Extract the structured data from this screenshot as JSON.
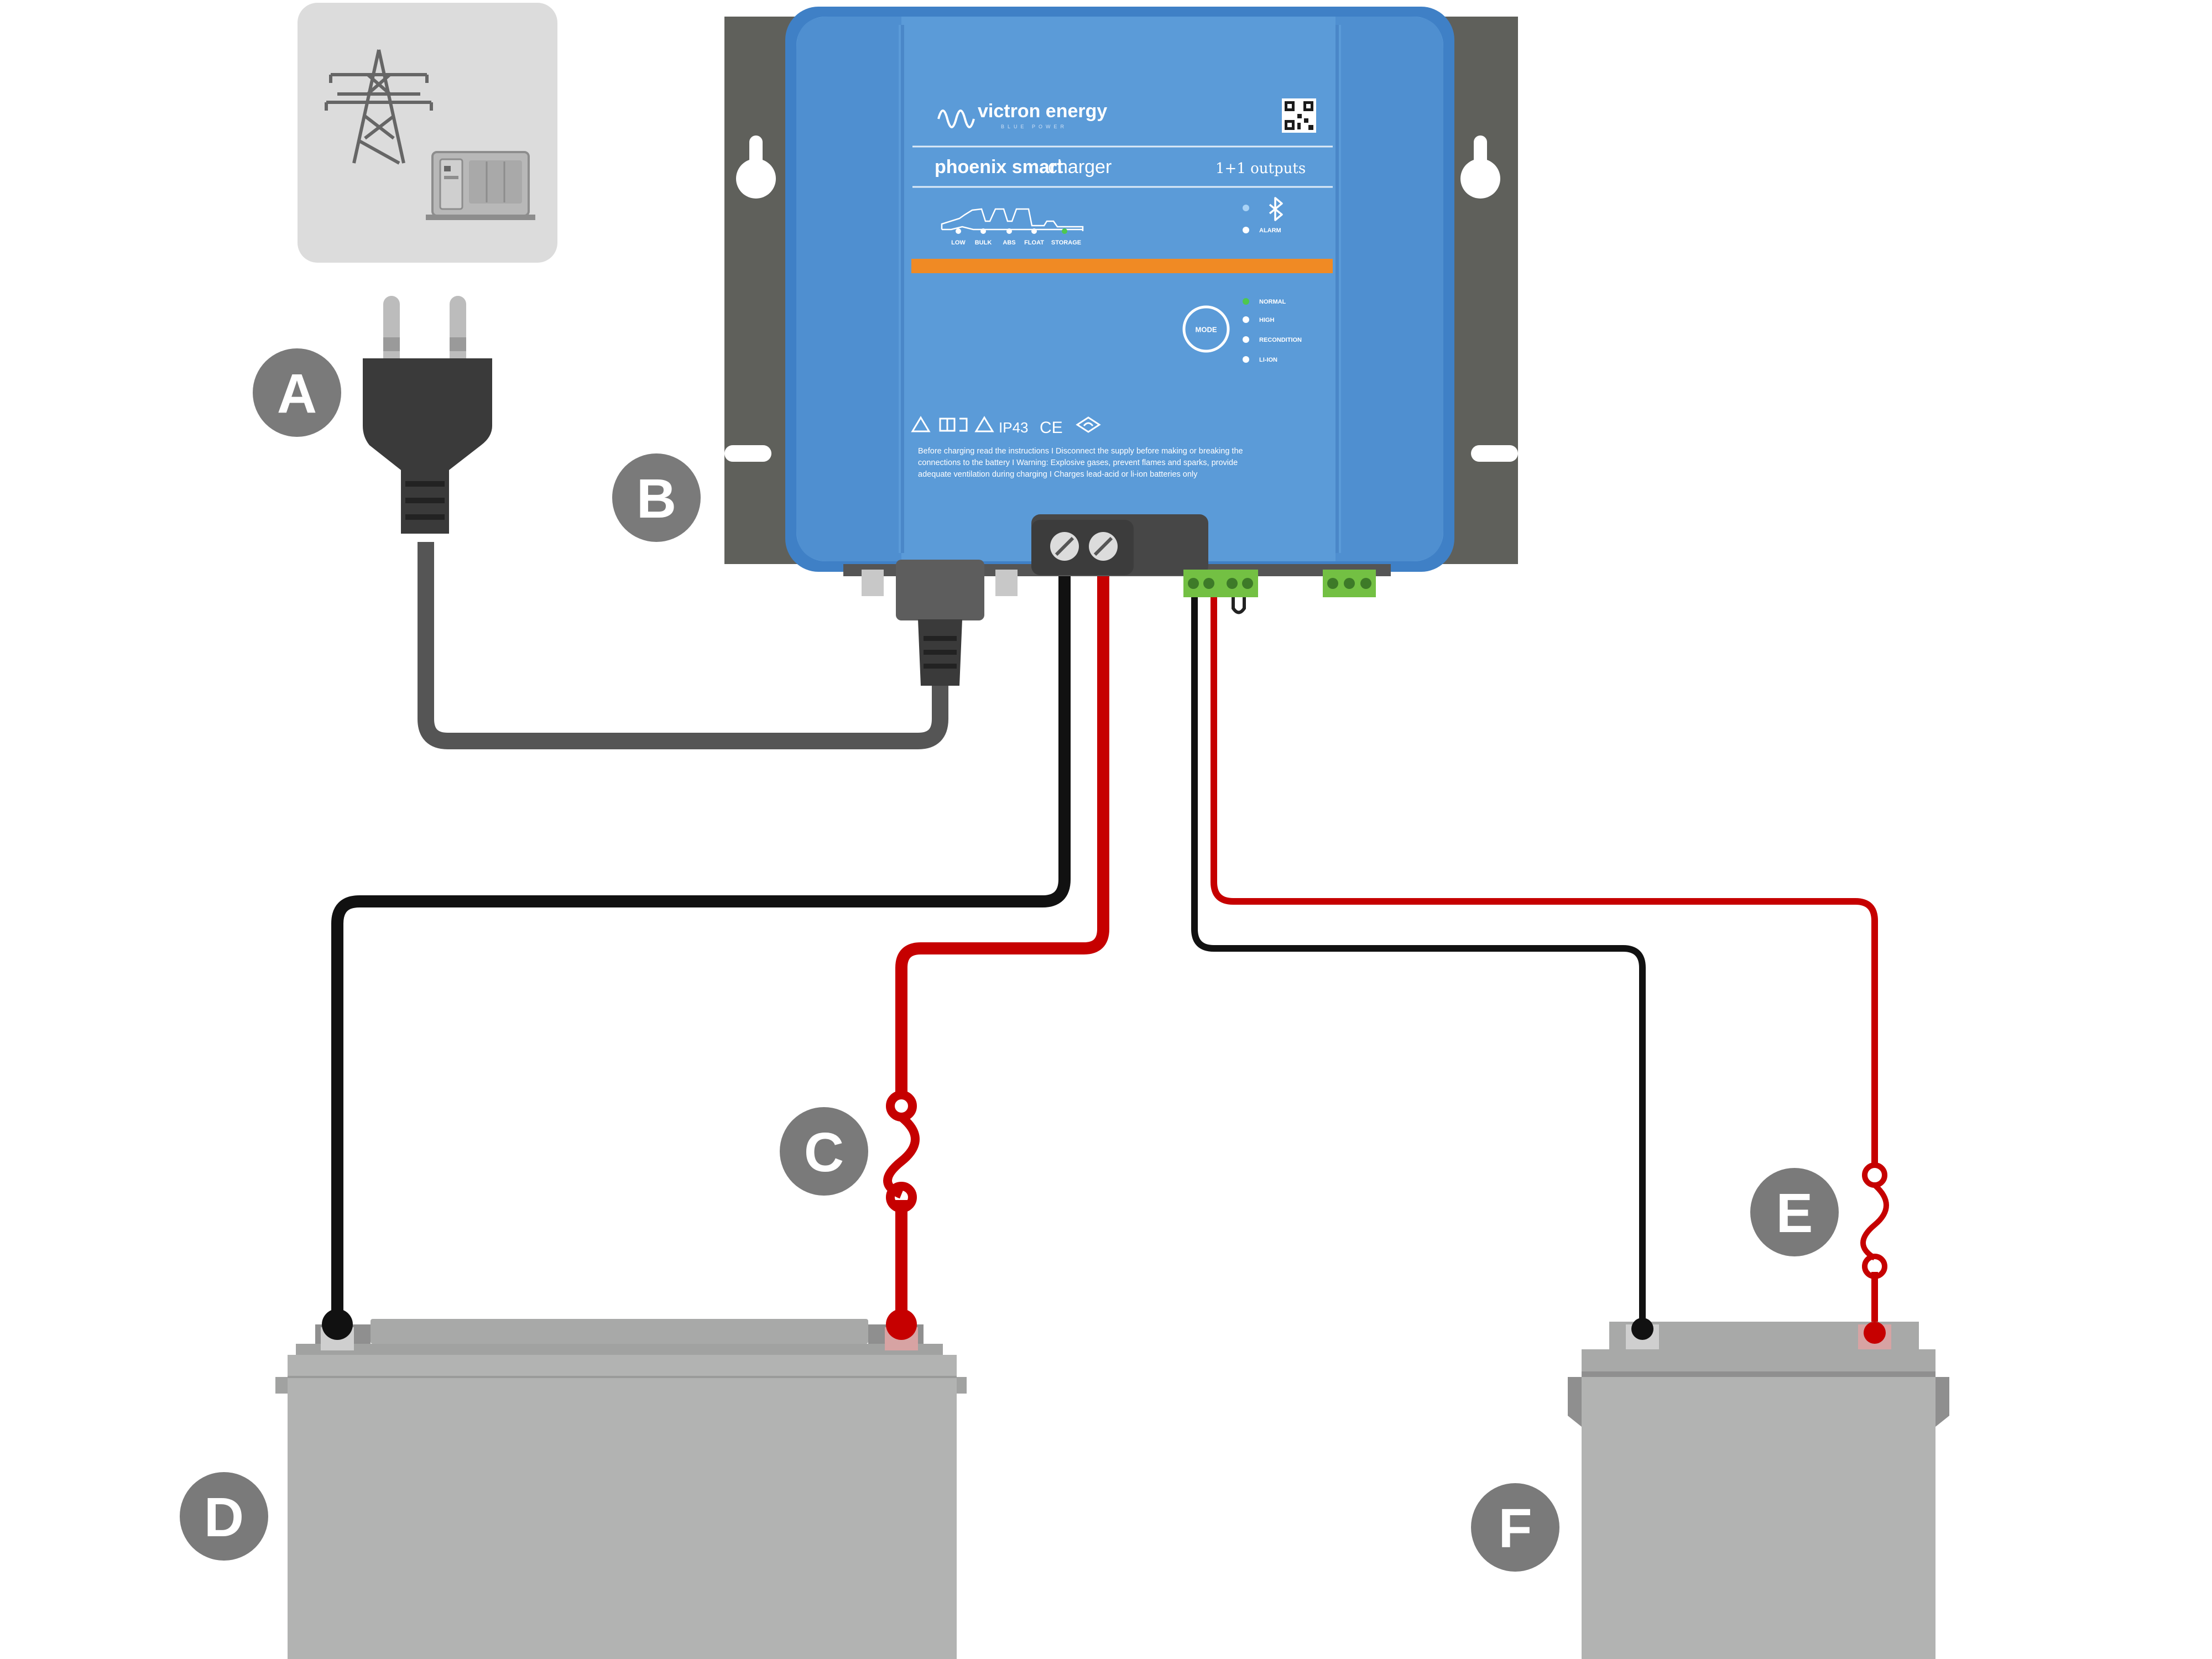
{
  "callouts": {
    "a": "A",
    "b": "B",
    "c": "C",
    "d": "D",
    "e": "E",
    "f": "F"
  },
  "charger": {
    "brand": "victron energy",
    "brand_tagline": "BLUE POWER",
    "product_name_bold": "phoenix smart",
    "product_name_light": "charger",
    "outputs": "1+1 outputs",
    "stages": [
      "LOW",
      "BULK",
      "ABS",
      "FLOAT",
      "STORAGE"
    ],
    "status_leds": [
      "ALARM"
    ],
    "mode_button": "MODE",
    "mode_leds": [
      "NORMAL",
      "HIGH",
      "RECONDITION",
      "LI-ION"
    ],
    "ip_rating": "IP43",
    "ce_mark": "CE",
    "warning_lines": [
      "Before charging read the instructions  I  Disconnect the supply before making or breaking the",
      "connections to the battery  I  Warning: Explosive gases, prevent flames and sparks, provide",
      "adequate ventilation during charging  I  Charges lead-acid or li-ion batteries only"
    ]
  },
  "colors": {
    "charger_blue": "#5b9bd8",
    "charger_edge": "#3f80c6",
    "mount_plate": "#5f605b",
    "orange_stripe": "#f08a24",
    "wire_red": "#c60000",
    "wire_black": "#111111",
    "ac_cable": "#555555",
    "callout_grey": "#7a7a7a",
    "battery_grey": "#b2b3b2",
    "terminal_green": "#73c043"
  },
  "icons": {
    "power_source": "pylon-and-generator-icon",
    "plug": "ac-plug-icon",
    "bluetooth": "bluetooth-icon",
    "qr": "qr-code-icon",
    "fuse_main": "fuse-icon",
    "fuse_aux": "fuse-icon"
  }
}
